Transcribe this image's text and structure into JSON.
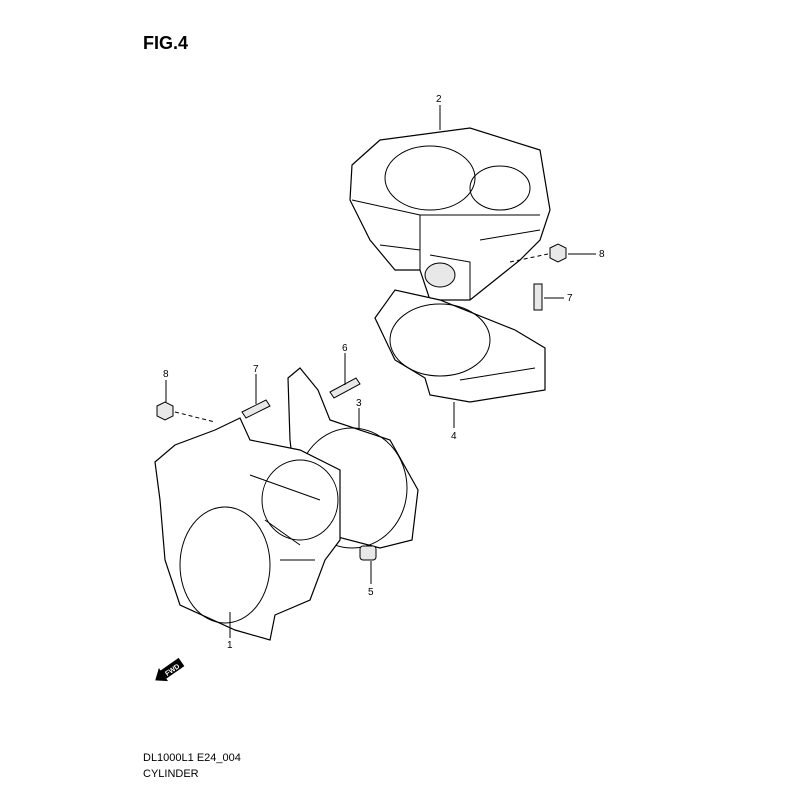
{
  "figure_label": "FIG.4",
  "model_code": "DL1000L1 E24_004",
  "section_title": "CYLINDER",
  "fwd_label": "FWD",
  "callouts": {
    "rear_cylinder": "2",
    "rear_nut": "8",
    "rear_stud": "7",
    "rear_gasket": "4",
    "front_nut": "8",
    "front_stud": "7",
    "front_stud_6": "6",
    "front_gasket": "3",
    "dowel_pin": "5",
    "front_cylinder": "1"
  }
}
